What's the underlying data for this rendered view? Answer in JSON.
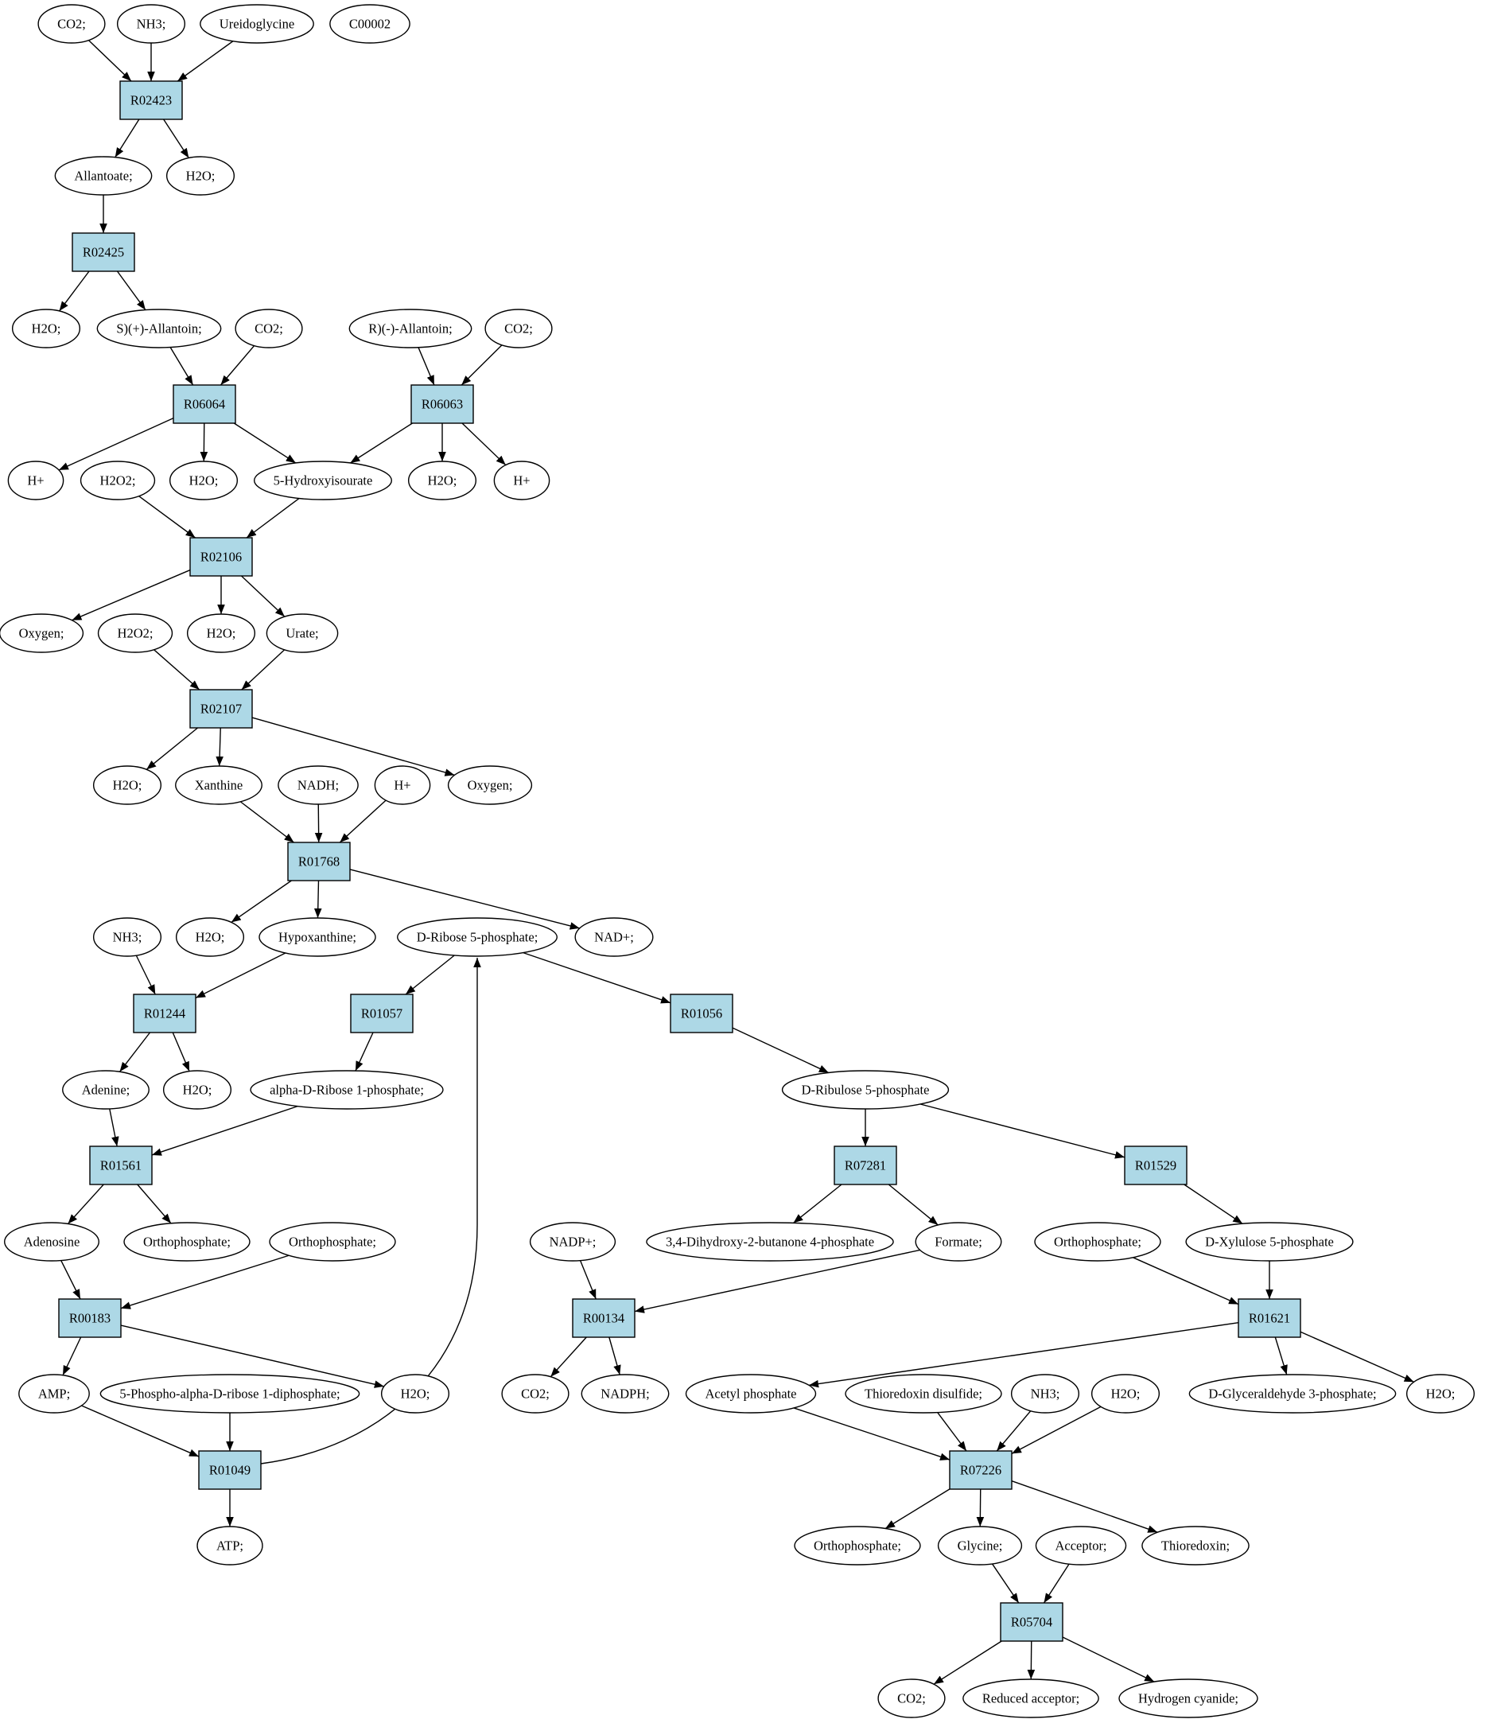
{
  "colors": {
    "reaction_fill": "#add8e6",
    "compound_fill": "#ffffff",
    "highlight_yellow": "#ffff00",
    "highlight_green": "#00ff00"
  },
  "nodes": [
    {
      "id": "co2_a",
      "type": "compound",
      "label": "CO2;"
    },
    {
      "id": "nh3_a",
      "type": "compound",
      "label": "NH3;"
    },
    {
      "id": "ureidoglycine",
      "type": "compound",
      "label": "Ureidoglycine"
    },
    {
      "id": "c00002",
      "type": "compound",
      "label": "C00002",
      "highlight": "yellow"
    },
    {
      "id": "R02423",
      "type": "reaction",
      "label": "R02423"
    },
    {
      "id": "allantoate",
      "type": "compound",
      "label": "Allantoate;"
    },
    {
      "id": "h2o_a",
      "type": "compound",
      "label": "H2O;"
    },
    {
      "id": "R02425",
      "type": "reaction",
      "label": "R02425"
    },
    {
      "id": "h2o_b",
      "type": "compound",
      "label": "H2O;"
    },
    {
      "id": "s_allantoin",
      "type": "compound",
      "label": "S)(+)-Allantoin;"
    },
    {
      "id": "co2_b",
      "type": "compound",
      "label": "CO2;"
    },
    {
      "id": "r_allantoin",
      "type": "compound",
      "label": "R)(-)-Allantoin;"
    },
    {
      "id": "co2_c",
      "type": "compound",
      "label": "CO2;"
    },
    {
      "id": "R06064",
      "type": "reaction",
      "label": "R06064"
    },
    {
      "id": "R06063",
      "type": "reaction",
      "label": "R06063"
    },
    {
      "id": "hplus_a",
      "type": "compound",
      "label": "H+"
    },
    {
      "id": "h2o2_a",
      "type": "compound",
      "label": "H2O2;"
    },
    {
      "id": "h2o_c",
      "type": "compound",
      "label": "H2O;"
    },
    {
      "id": "hydroxyisourate",
      "type": "compound",
      "label": "5-Hydroxyisourate"
    },
    {
      "id": "h2o_d",
      "type": "compound",
      "label": "H2O;"
    },
    {
      "id": "hplus_b",
      "type": "compound",
      "label": "H+"
    },
    {
      "id": "R02106",
      "type": "reaction",
      "label": "R02106"
    },
    {
      "id": "oxygen_a",
      "type": "compound",
      "label": "Oxygen;"
    },
    {
      "id": "h2o2_b",
      "type": "compound",
      "label": "H2O2;"
    },
    {
      "id": "h2o_e",
      "type": "compound",
      "label": "H2O;"
    },
    {
      "id": "urate",
      "type": "compound",
      "label": "Urate;"
    },
    {
      "id": "R02107",
      "type": "reaction",
      "label": "R02107"
    },
    {
      "id": "h2o_f",
      "type": "compound",
      "label": "H2O;"
    },
    {
      "id": "xanthine",
      "type": "compound",
      "label": "Xanthine"
    },
    {
      "id": "nadh",
      "type": "compound",
      "label": "NADH;"
    },
    {
      "id": "hplus_c",
      "type": "compound",
      "label": "H+"
    },
    {
      "id": "oxygen_b",
      "type": "compound",
      "label": "Oxygen;"
    },
    {
      "id": "R01768",
      "type": "reaction",
      "label": "R01768"
    },
    {
      "id": "nh3_b",
      "type": "compound",
      "label": "NH3;"
    },
    {
      "id": "h2o_g",
      "type": "compound",
      "label": "H2O;"
    },
    {
      "id": "hypoxanthine",
      "type": "compound",
      "label": "Hypoxanthine;"
    },
    {
      "id": "ribose5p",
      "type": "compound",
      "label": "D-Ribose 5-phosphate;",
      "highlight": "green"
    },
    {
      "id": "nadplus",
      "type": "compound",
      "label": "NAD+;"
    },
    {
      "id": "R01244",
      "type": "reaction",
      "label": "R01244"
    },
    {
      "id": "R01057",
      "type": "reaction",
      "label": "R01057"
    },
    {
      "id": "R01056",
      "type": "reaction",
      "label": "R01056"
    },
    {
      "id": "adenine",
      "type": "compound",
      "label": "Adenine;"
    },
    {
      "id": "h2o_h",
      "type": "compound",
      "label": "H2O;"
    },
    {
      "id": "ribose1p",
      "type": "compound",
      "label": "alpha-D-Ribose 1-phosphate;"
    },
    {
      "id": "ribulose5p",
      "type": "compound",
      "label": "D-Ribulose 5-phosphate"
    },
    {
      "id": "R01561",
      "type": "reaction",
      "label": "R01561"
    },
    {
      "id": "R07281",
      "type": "reaction",
      "label": "R07281"
    },
    {
      "id": "R01529",
      "type": "reaction",
      "label": "R01529"
    },
    {
      "id": "adenosine",
      "type": "compound",
      "label": "Adenosine"
    },
    {
      "id": "orthophosphate_a",
      "type": "compound",
      "label": "Orthophosphate;"
    },
    {
      "id": "orthophosphate_b",
      "type": "compound",
      "label": "Orthophosphate;"
    },
    {
      "id": "nadpplus",
      "type": "compound",
      "label": "NADP+;"
    },
    {
      "id": "butanone",
      "type": "compound",
      "label": "3,4-Dihydroxy-2-butanone 4-phosphate"
    },
    {
      "id": "formate",
      "type": "compound",
      "label": "Formate;"
    },
    {
      "id": "orthophosphate_c",
      "type": "compound",
      "label": "Orthophosphate;"
    },
    {
      "id": "xylulose5p",
      "type": "compound",
      "label": "D-Xylulose 5-phosphate"
    },
    {
      "id": "R00183",
      "type": "reaction",
      "label": "R00183"
    },
    {
      "id": "R00134",
      "type": "reaction",
      "label": "R00134"
    },
    {
      "id": "R01621",
      "type": "reaction",
      "label": "R01621"
    },
    {
      "id": "amp",
      "type": "compound",
      "label": "AMP;"
    },
    {
      "id": "prpp",
      "type": "compound",
      "label": "5-Phospho-alpha-D-ribose 1-diphosphate;"
    },
    {
      "id": "h2o_i",
      "type": "compound",
      "label": "H2O;"
    },
    {
      "id": "co2_d",
      "type": "compound",
      "label": "CO2;"
    },
    {
      "id": "nadph",
      "type": "compound",
      "label": "NADPH;"
    },
    {
      "id": "acetylp",
      "type": "compound",
      "label": "Acetyl phosphate"
    },
    {
      "id": "thioredoxin_ss",
      "type": "compound",
      "label": "Thioredoxin disulfide;"
    },
    {
      "id": "nh3_c",
      "type": "compound",
      "label": "NH3;"
    },
    {
      "id": "h2o_j",
      "type": "compound",
      "label": "H2O;"
    },
    {
      "id": "g3p",
      "type": "compound",
      "label": "D-Glyceraldehyde 3-phosphate;"
    },
    {
      "id": "h2o_k",
      "type": "compound",
      "label": "H2O;"
    },
    {
      "id": "R01049",
      "type": "reaction",
      "label": "R01049"
    },
    {
      "id": "R07226",
      "type": "reaction",
      "label": "R07226"
    },
    {
      "id": "atp",
      "type": "compound",
      "label": "ATP;"
    },
    {
      "id": "orthophosphate_d",
      "type": "compound",
      "label": "Orthophosphate;"
    },
    {
      "id": "glycine",
      "type": "compound",
      "label": "Glycine;"
    },
    {
      "id": "acceptor",
      "type": "compound",
      "label": "Acceptor;"
    },
    {
      "id": "thioredoxin",
      "type": "compound",
      "label": "Thioredoxin;"
    },
    {
      "id": "R05704",
      "type": "reaction",
      "label": "R05704"
    },
    {
      "id": "co2_e",
      "type": "compound",
      "label": "CO2;"
    },
    {
      "id": "reduced_acceptor",
      "type": "compound",
      "label": "Reduced acceptor;"
    },
    {
      "id": "hcn",
      "type": "compound",
      "label": "Hydrogen cyanide;"
    }
  ],
  "edges": [
    [
      "co2_a",
      "R02423"
    ],
    [
      "nh3_a",
      "R02423"
    ],
    [
      "ureidoglycine",
      "R02423"
    ],
    [
      "R02423",
      "allantoate"
    ],
    [
      "R02423",
      "h2o_a"
    ],
    [
      "allantoate",
      "R02425"
    ],
    [
      "R02425",
      "h2o_b"
    ],
    [
      "R02425",
      "s_allantoin"
    ],
    [
      "s_allantoin",
      "R06064"
    ],
    [
      "co2_b",
      "R06064"
    ],
    [
      "r_allantoin",
      "R06063"
    ],
    [
      "co2_c",
      "R06063"
    ],
    [
      "R06064",
      "hplus_a"
    ],
    [
      "R06064",
      "h2o_c"
    ],
    [
      "R06064",
      "hydroxyisourate"
    ],
    [
      "R06063",
      "hydroxyisourate"
    ],
    [
      "R06063",
      "h2o_d"
    ],
    [
      "R06063",
      "hplus_b"
    ],
    [
      "h2o2_a",
      "R02106"
    ],
    [
      "hydroxyisourate",
      "R02106"
    ],
    [
      "R02106",
      "oxygen_a"
    ],
    [
      "R02106",
      "h2o_e"
    ],
    [
      "R02106",
      "urate"
    ],
    [
      "h2o2_b",
      "R02107"
    ],
    [
      "urate",
      "R02107"
    ],
    [
      "R02107",
      "h2o_f"
    ],
    [
      "R02107",
      "xanthine"
    ],
    [
      "R02107",
      "oxygen_b"
    ],
    [
      "xanthine",
      "R01768"
    ],
    [
      "nadh",
      "R01768"
    ],
    [
      "hplus_c",
      "R01768"
    ],
    [
      "R01768",
      "h2o_g"
    ],
    [
      "R01768",
      "hypoxanthine"
    ],
    [
      "R01768",
      "nadplus"
    ],
    [
      "nh3_b",
      "R01244"
    ],
    [
      "hypoxanthine",
      "R01244"
    ],
    [
      "R01244",
      "adenine"
    ],
    [
      "R01244",
      "h2o_h"
    ],
    [
      "ribose5p",
      "R01057"
    ],
    [
      "ribose5p",
      "R01056"
    ],
    [
      "R01057",
      "ribose1p"
    ],
    [
      "R01056",
      "ribulose5p"
    ],
    [
      "adenine",
      "R01561"
    ],
    [
      "ribose1p",
      "R01561"
    ],
    [
      "R01561",
      "adenosine"
    ],
    [
      "R01561",
      "orthophosphate_a"
    ],
    [
      "ribulose5p",
      "R07281"
    ],
    [
      "ribulose5p",
      "R01529"
    ],
    [
      "R07281",
      "butanone"
    ],
    [
      "R07281",
      "formate"
    ],
    [
      "R01529",
      "xylulose5p"
    ],
    [
      "adenosine",
      "R00183"
    ],
    [
      "orthophosphate_b",
      "R00183"
    ],
    [
      "R00183",
      "amp"
    ],
    [
      "R00183",
      "h2o_i"
    ],
    [
      "nadpplus",
      "R00134"
    ],
    [
      "formate",
      "R00134"
    ],
    [
      "R00134",
      "co2_d"
    ],
    [
      "R00134",
      "nadph"
    ],
    [
      "orthophosphate_c",
      "R01621"
    ],
    [
      "xylulose5p",
      "R01621"
    ],
    [
      "R01621",
      "acetylp"
    ],
    [
      "R01621",
      "g3p"
    ],
    [
      "R01621",
      "h2o_k"
    ],
    [
      "amp",
      "R01049"
    ],
    [
      "prpp",
      "R01049"
    ],
    [
      "R01049",
      "atp"
    ],
    [
      "R01049",
      "ribose5p"
    ],
    [
      "acetylp",
      "R07226"
    ],
    [
      "thioredoxin_ss",
      "R07226"
    ],
    [
      "nh3_c",
      "R07226"
    ],
    [
      "h2o_j",
      "R07226"
    ],
    [
      "R07226",
      "orthophosphate_d"
    ],
    [
      "R07226",
      "glycine"
    ],
    [
      "R07226",
      "thioredoxin"
    ],
    [
      "glycine",
      "R05704"
    ],
    [
      "acceptor",
      "R05704"
    ],
    [
      "R05704",
      "co2_e"
    ],
    [
      "R05704",
      "reduced_acceptor"
    ],
    [
      "R05704",
      "hcn"
    ]
  ]
}
